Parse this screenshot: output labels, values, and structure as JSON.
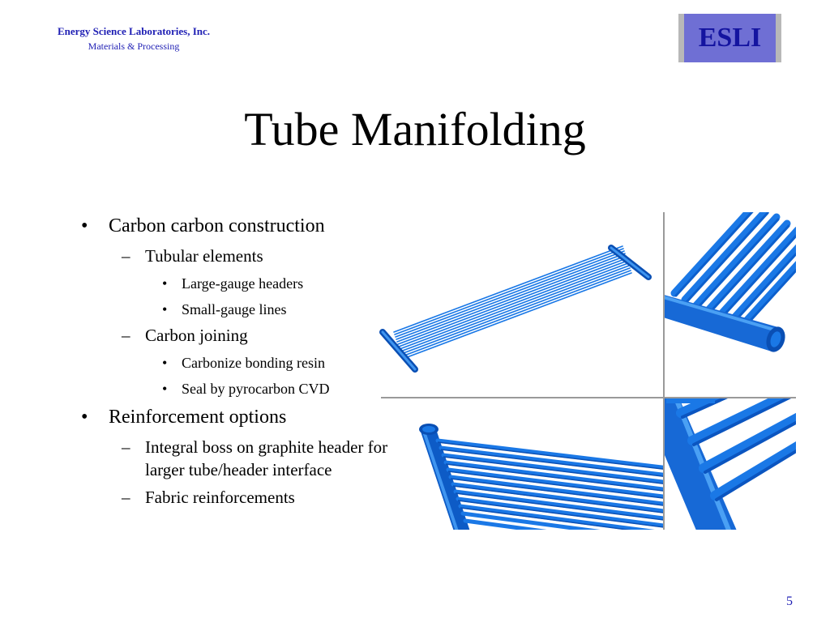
{
  "header": {
    "company_name": "Energy Science Laboratories, Inc.",
    "company_sub": "Materials & Processing",
    "logo_text": "ESLI"
  },
  "title": "Tube Manifolding",
  "bullets": {
    "b1": "Carbon carbon construction",
    "b1_1": "Tubular elements",
    "b1_1_1": "Large-gauge headers",
    "b1_1_2": "Small-gauge lines",
    "b1_2": "Carbon joining",
    "b1_2_1": "Carbonize bonding resin",
    "b1_2_2": "Seal by pyrocarbon CVD",
    "b2": "Reinforcement options",
    "b2_1": "Integral boss on graphite header for larger tube/header interface",
    "b2_2": "Fabric reinforcements"
  },
  "markers": {
    "level1": "•",
    "level2": "–",
    "level3": "•"
  },
  "page_number": "5",
  "colors": {
    "brand_blue": "#1f1fb4",
    "tube_blue": "#1a78e6",
    "tube_dark": "#0a4fb4",
    "logo_fill": "#6f6fd4",
    "logo_border": "#b8b8b8"
  }
}
